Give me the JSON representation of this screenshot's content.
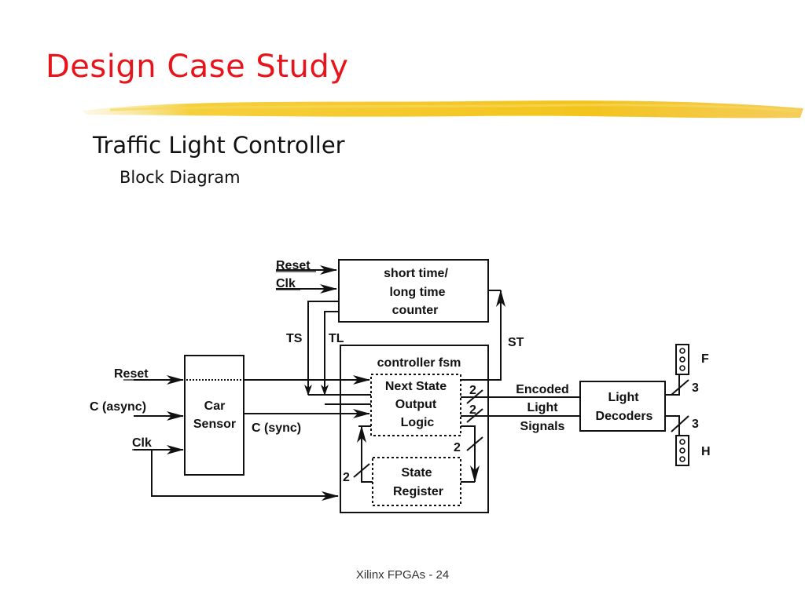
{
  "slide": {
    "title": "Design Case Study",
    "subtitle": "Traffic Light Controller",
    "section": "Block Diagram",
    "footer": "Xilinx FPGAs - 24"
  },
  "diagram": {
    "counter": {
      "line1": "short time/",
      "line2": "long time",
      "line3": "counter"
    },
    "counter_inputs": {
      "reset": "Reset",
      "clk": "Clk"
    },
    "signals": {
      "ts": "TS",
      "tl": "TL",
      "st": "ST",
      "c_sync": "C (sync)"
    },
    "fsm": {
      "title": "controller fsm"
    },
    "next_state": {
      "line1": "Next State",
      "line2": "Output",
      "line3": "Logic"
    },
    "state_register": {
      "line1": "State",
      "line2": "Register"
    },
    "car_sensor": {
      "line1": "Car",
      "line2": "Sensor"
    },
    "sensor_inputs": {
      "reset": "Reset",
      "c_async": "C (async)",
      "clk": "Clk"
    },
    "bus_widths": {
      "out1": "2",
      "out2": "2",
      "feedback_down": "2",
      "feedback_up": "2",
      "light_f": "3",
      "light_h": "3"
    },
    "encoded": {
      "line1": "Encoded",
      "line2": "Light",
      "line3": "Signals"
    },
    "decoders": {
      "line1": "Light",
      "line2": "Decoders"
    },
    "lights": {
      "f": "F",
      "h": "H"
    }
  },
  "colors": {
    "title": "#e8141b",
    "highlight_stroke": "#f2c21a"
  }
}
